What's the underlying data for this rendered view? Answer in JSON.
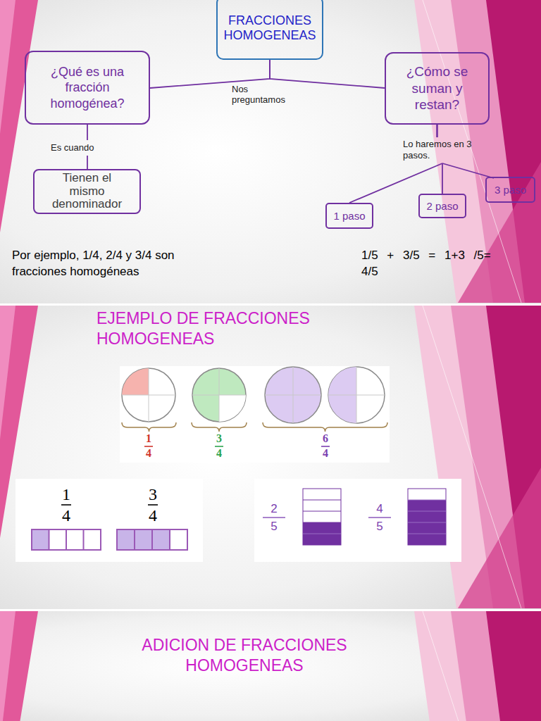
{
  "diagram": {
    "nodes": [
      {
        "text": [
          "FRACCIONES HOMOGENEAS"
        ]
      },
      {
        "text": [
          "¿Qué es una fracción homogénea?"
        ]
      },
      {
        "text": [
          "¿Cómo se suman y restan?"
        ]
      },
      {
        "text": [
          "Tienen el mismo denominador"
        ]
      },
      {
        "text": [
          "1 paso"
        ]
      },
      {
        "text": [
          "2 paso"
        ]
      },
      {
        "text": [
          "3 paso"
        ]
      }
    ],
    "edges": [
      {
        "from": 0,
        "to": 1,
        "arrow": "none"
      },
      {
        "from": 0,
        "to": 2,
        "arrow": "none"
      },
      {
        "from": 1,
        "to": 3,
        "label": "Es cuando",
        "arrow": "none"
      },
      {
        "from": 2,
        "to": 4,
        "arrow": "none"
      },
      {
        "from": 2,
        "to": 5,
        "arrow": "none"
      },
      {
        "from": 2,
        "to": 6,
        "arrow": "none"
      }
    ],
    "labels": [
      "Nos preguntamos",
      "Lo haremos en 3 pasos.",
      "Por ejemplo, 1/4, 2/4 y 3/4 son fracciones homogéneas",
      "1/5 + 3/5 = 1+3 /5= 4/5",
      "EJEMPLO DE FRACCIONES HOMOGENEAS",
      "1",
      "4",
      "3",
      "4",
      "6",
      "4",
      "1",
      "4",
      "3",
      "4",
      "2",
      "5",
      "4",
      "5",
      "ADICION DE FRACCIONES HOMOGENEAS"
    ]
  }
}
